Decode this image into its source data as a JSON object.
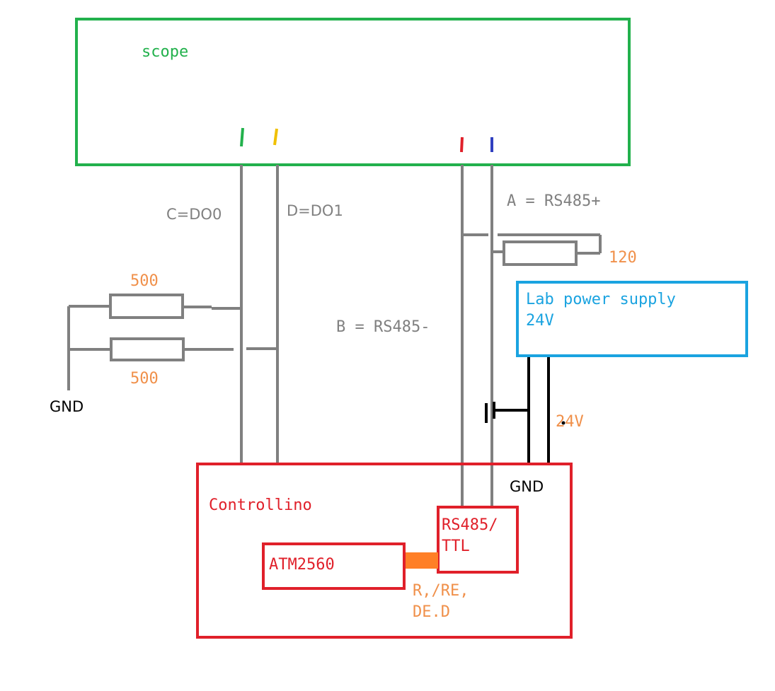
{
  "colors": {
    "scope": "#22b14c",
    "wire": "#808080",
    "resistor_label": "#f0904a",
    "controllino": "#e0202a",
    "psu": "#1aa3e0",
    "black": "#000000",
    "probe_green": "#22b14c",
    "probe_yellow": "#f0c000",
    "probe_red": "#e0202a",
    "probe_blue": "#3040c0",
    "bus": "#ff7f27"
  },
  "scope": {
    "label": "scope"
  },
  "wires": {
    "c_label": "C=DO0",
    "d_label": "D=DO1",
    "a_label": "A = RS485+",
    "b_label": "B = RS485-"
  },
  "resistors": {
    "r1": "500",
    "r2": "500",
    "termination": "120"
  },
  "gnd_left": "GND",
  "psu": {
    "line1": "Lab power supply",
    "line2": "24V"
  },
  "psu_out": {
    "v_label": "24V",
    "gnd_label": "GND"
  },
  "controllino": {
    "label": "Controllino",
    "mcu": "ATM2560",
    "transceiver_line1": "RS485/",
    "transceiver_line2": "TTL",
    "bus_line1": "R,/RE,",
    "bus_line2": "DE.D"
  }
}
